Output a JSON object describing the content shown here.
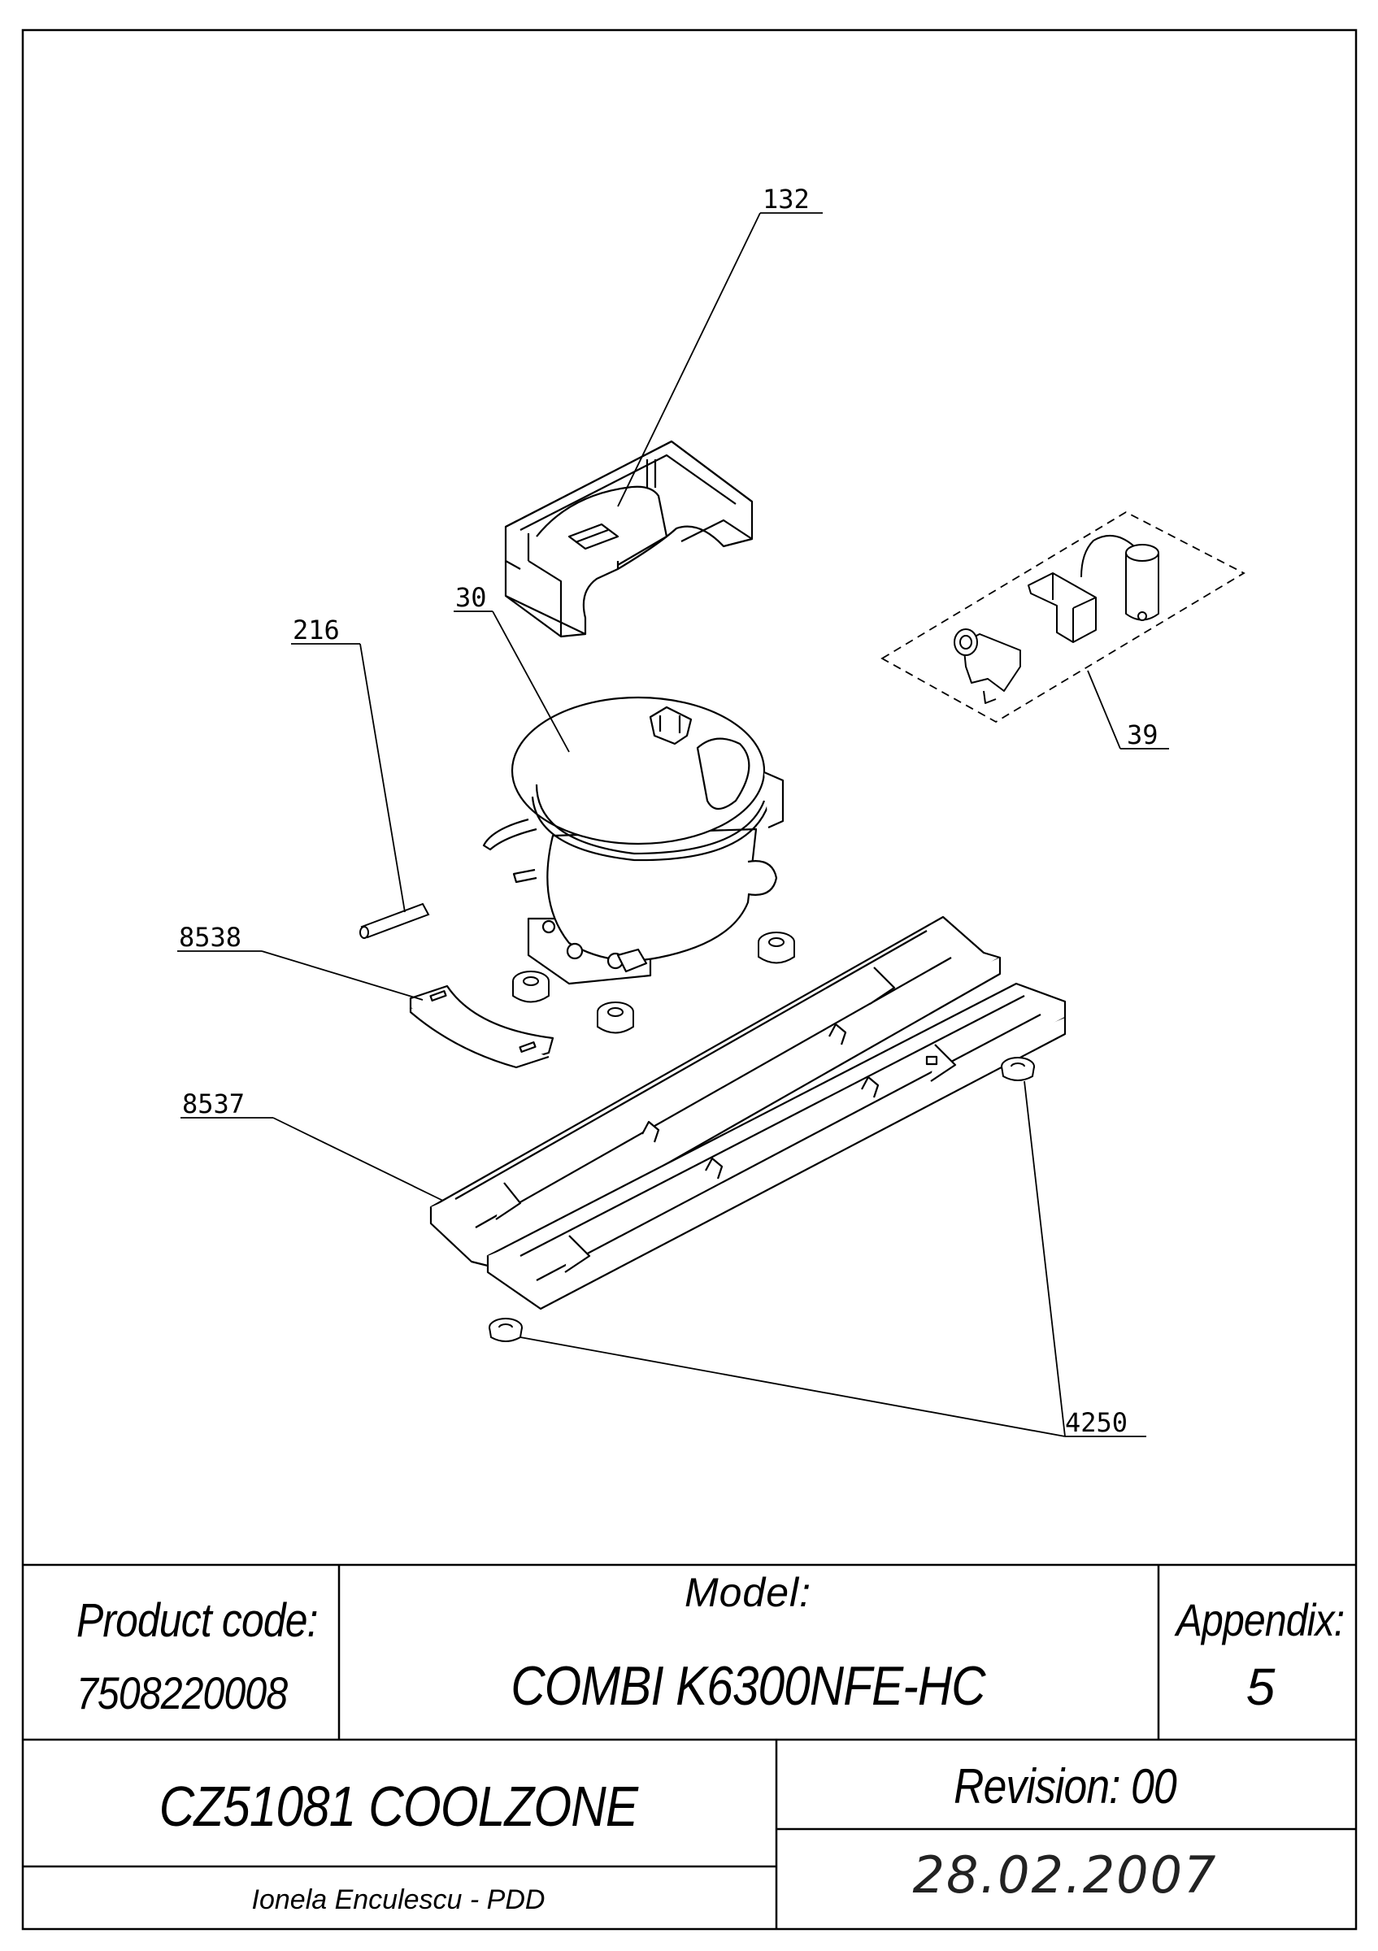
{
  "callouts": {
    "top_cover": "132",
    "compressor": "30",
    "electrical_kit": "39",
    "pin": "216",
    "bracket": "8538",
    "rail": "8537",
    "grommet": "4250"
  },
  "title_block": {
    "product_code_label": "Product code:",
    "product_code_value": "7508220008",
    "model_label": "Model:",
    "model_value": "COMBI K6300NFE-HC",
    "appendix_label": "Appendix:",
    "appendix_value": "5",
    "product_name": "CZ51081 COOLZONE",
    "revision": "Revision: 00",
    "author": "Ionela Enculescu - PDD",
    "date": "28.02.2007"
  }
}
